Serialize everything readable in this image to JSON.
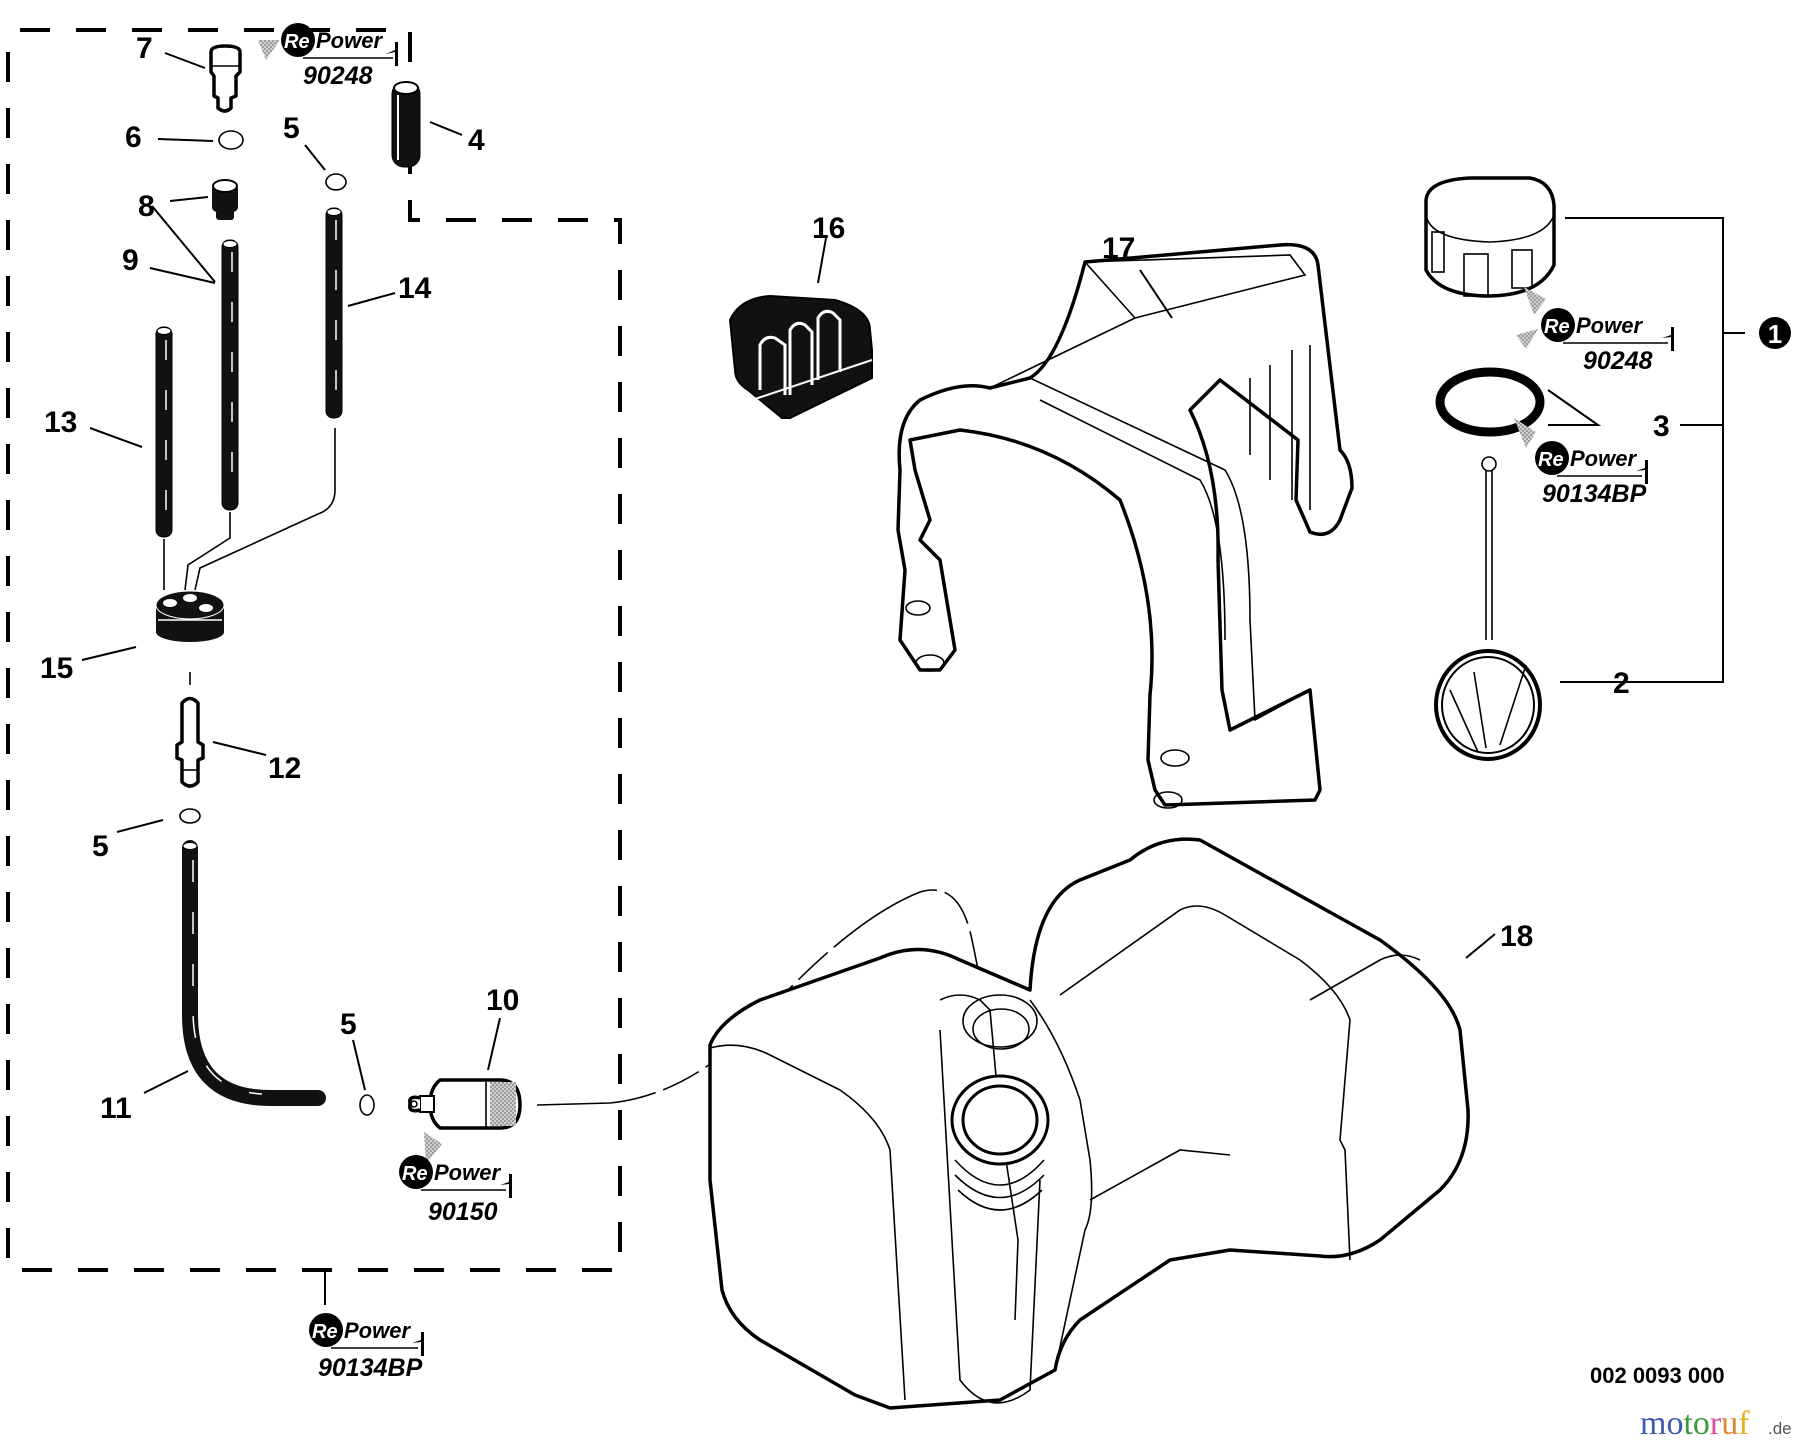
{
  "diagram": {
    "title": "Fuel tank parts diagram",
    "drawing_number": "002 0093 000",
    "watermark": {
      "letters": [
        {
          "ch": "m",
          "color": "#3b5bab"
        },
        {
          "ch": "o",
          "color": "#3b5bab"
        },
        {
          "ch": "t",
          "color": "#3a9a3a"
        },
        {
          "ch": "o",
          "color": "#3a9a3a"
        },
        {
          "ch": "r",
          "color": "#d9539b"
        },
        {
          "ch": "u",
          "color": "#e0862b"
        },
        {
          "ch": "f",
          "color": "#e3b321"
        }
      ],
      "suffix": ".de"
    },
    "callouts": [
      {
        "id": "c7",
        "label": "7"
      },
      {
        "id": "c6",
        "label": "6"
      },
      {
        "id": "c5a",
        "label": "5"
      },
      {
        "id": "c4",
        "label": "4"
      },
      {
        "id": "c8",
        "label": "8"
      },
      {
        "id": "c9",
        "label": "9"
      },
      {
        "id": "c14",
        "label": "14"
      },
      {
        "id": "c13",
        "label": "13"
      },
      {
        "id": "c15",
        "label": "15"
      },
      {
        "id": "c12",
        "label": "12"
      },
      {
        "id": "c5b",
        "label": "5"
      },
      {
        "id": "c11",
        "label": "11"
      },
      {
        "id": "c5c",
        "label": "5"
      },
      {
        "id": "c10",
        "label": "10"
      },
      {
        "id": "c16",
        "label": "16"
      },
      {
        "id": "c17",
        "label": "17"
      },
      {
        "id": "c18",
        "label": "18"
      },
      {
        "id": "c3",
        "label": "3"
      },
      {
        "id": "c2",
        "label": "2"
      },
      {
        "id": "c1",
        "label": "1"
      }
    ],
    "repower_refs": [
      {
        "brand_re": "Re",
        "brand_power": "Power",
        "part_number": "90248",
        "for_item": "7"
      },
      {
        "brand_re": "Re",
        "brand_power": "Power",
        "part_number": "90248",
        "for_item": "1"
      },
      {
        "brand_re": "Re",
        "brand_power": "Power",
        "part_number": "90134BP",
        "for_item": "3"
      },
      {
        "brand_re": "Re",
        "brand_power": "Power",
        "part_number": "90150",
        "for_item": "10"
      },
      {
        "brand_re": "Re",
        "brand_power": "Power",
        "part_number": "90134BP",
        "for_item": "kit"
      }
    ],
    "colors": {
      "ink": "#000000",
      "paper": "#ffffff",
      "ref_arrow": "#9a9a9a"
    }
  }
}
